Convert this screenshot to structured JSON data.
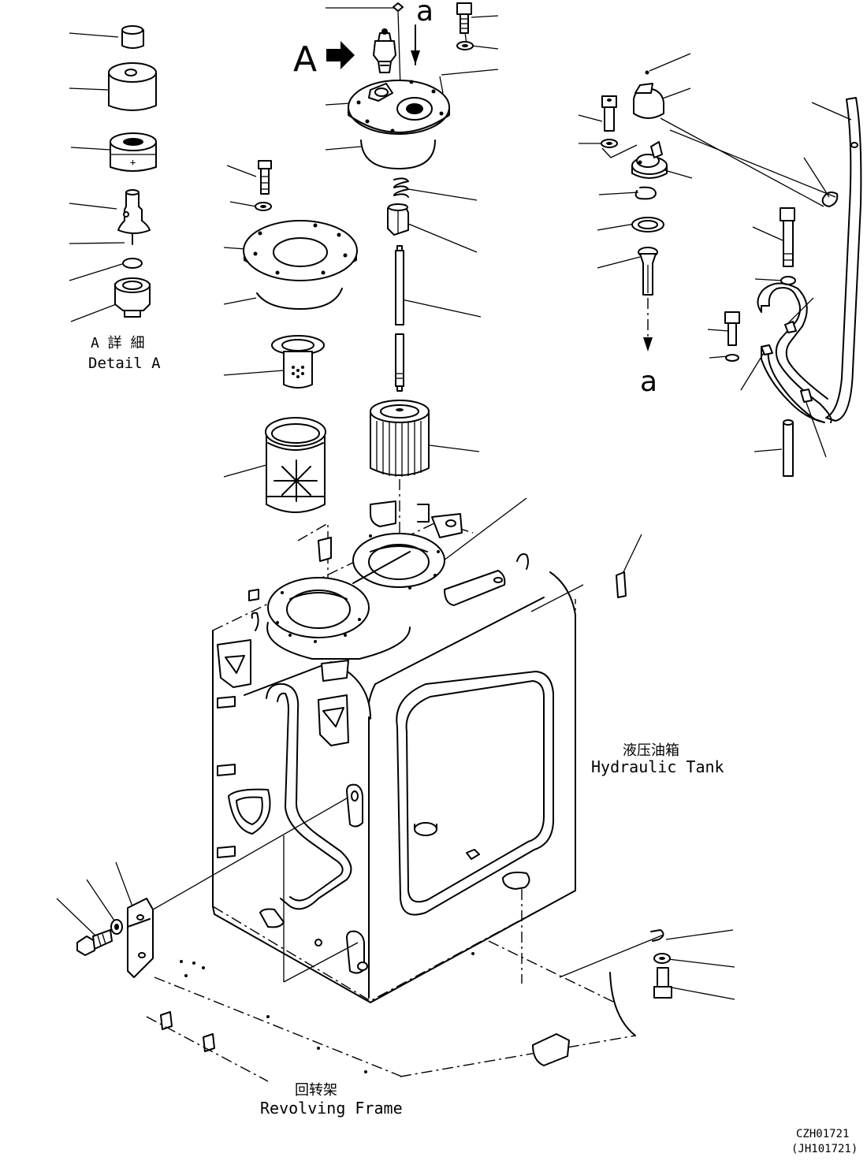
{
  "labels": {
    "detail_a_cn": "A 詳 細",
    "detail_a_en": "Detail A",
    "view_a": "A",
    "ref_a_top": "a",
    "ref_a_mid": "a",
    "tank_cn": "液压油箱",
    "tank_en": "Hydraulic Tank",
    "frame_cn": "回转架",
    "frame_en": "Revolving Frame",
    "drawing_no": "CZH01721",
    "drawing_no_alt": "(JH101721)"
  }
}
